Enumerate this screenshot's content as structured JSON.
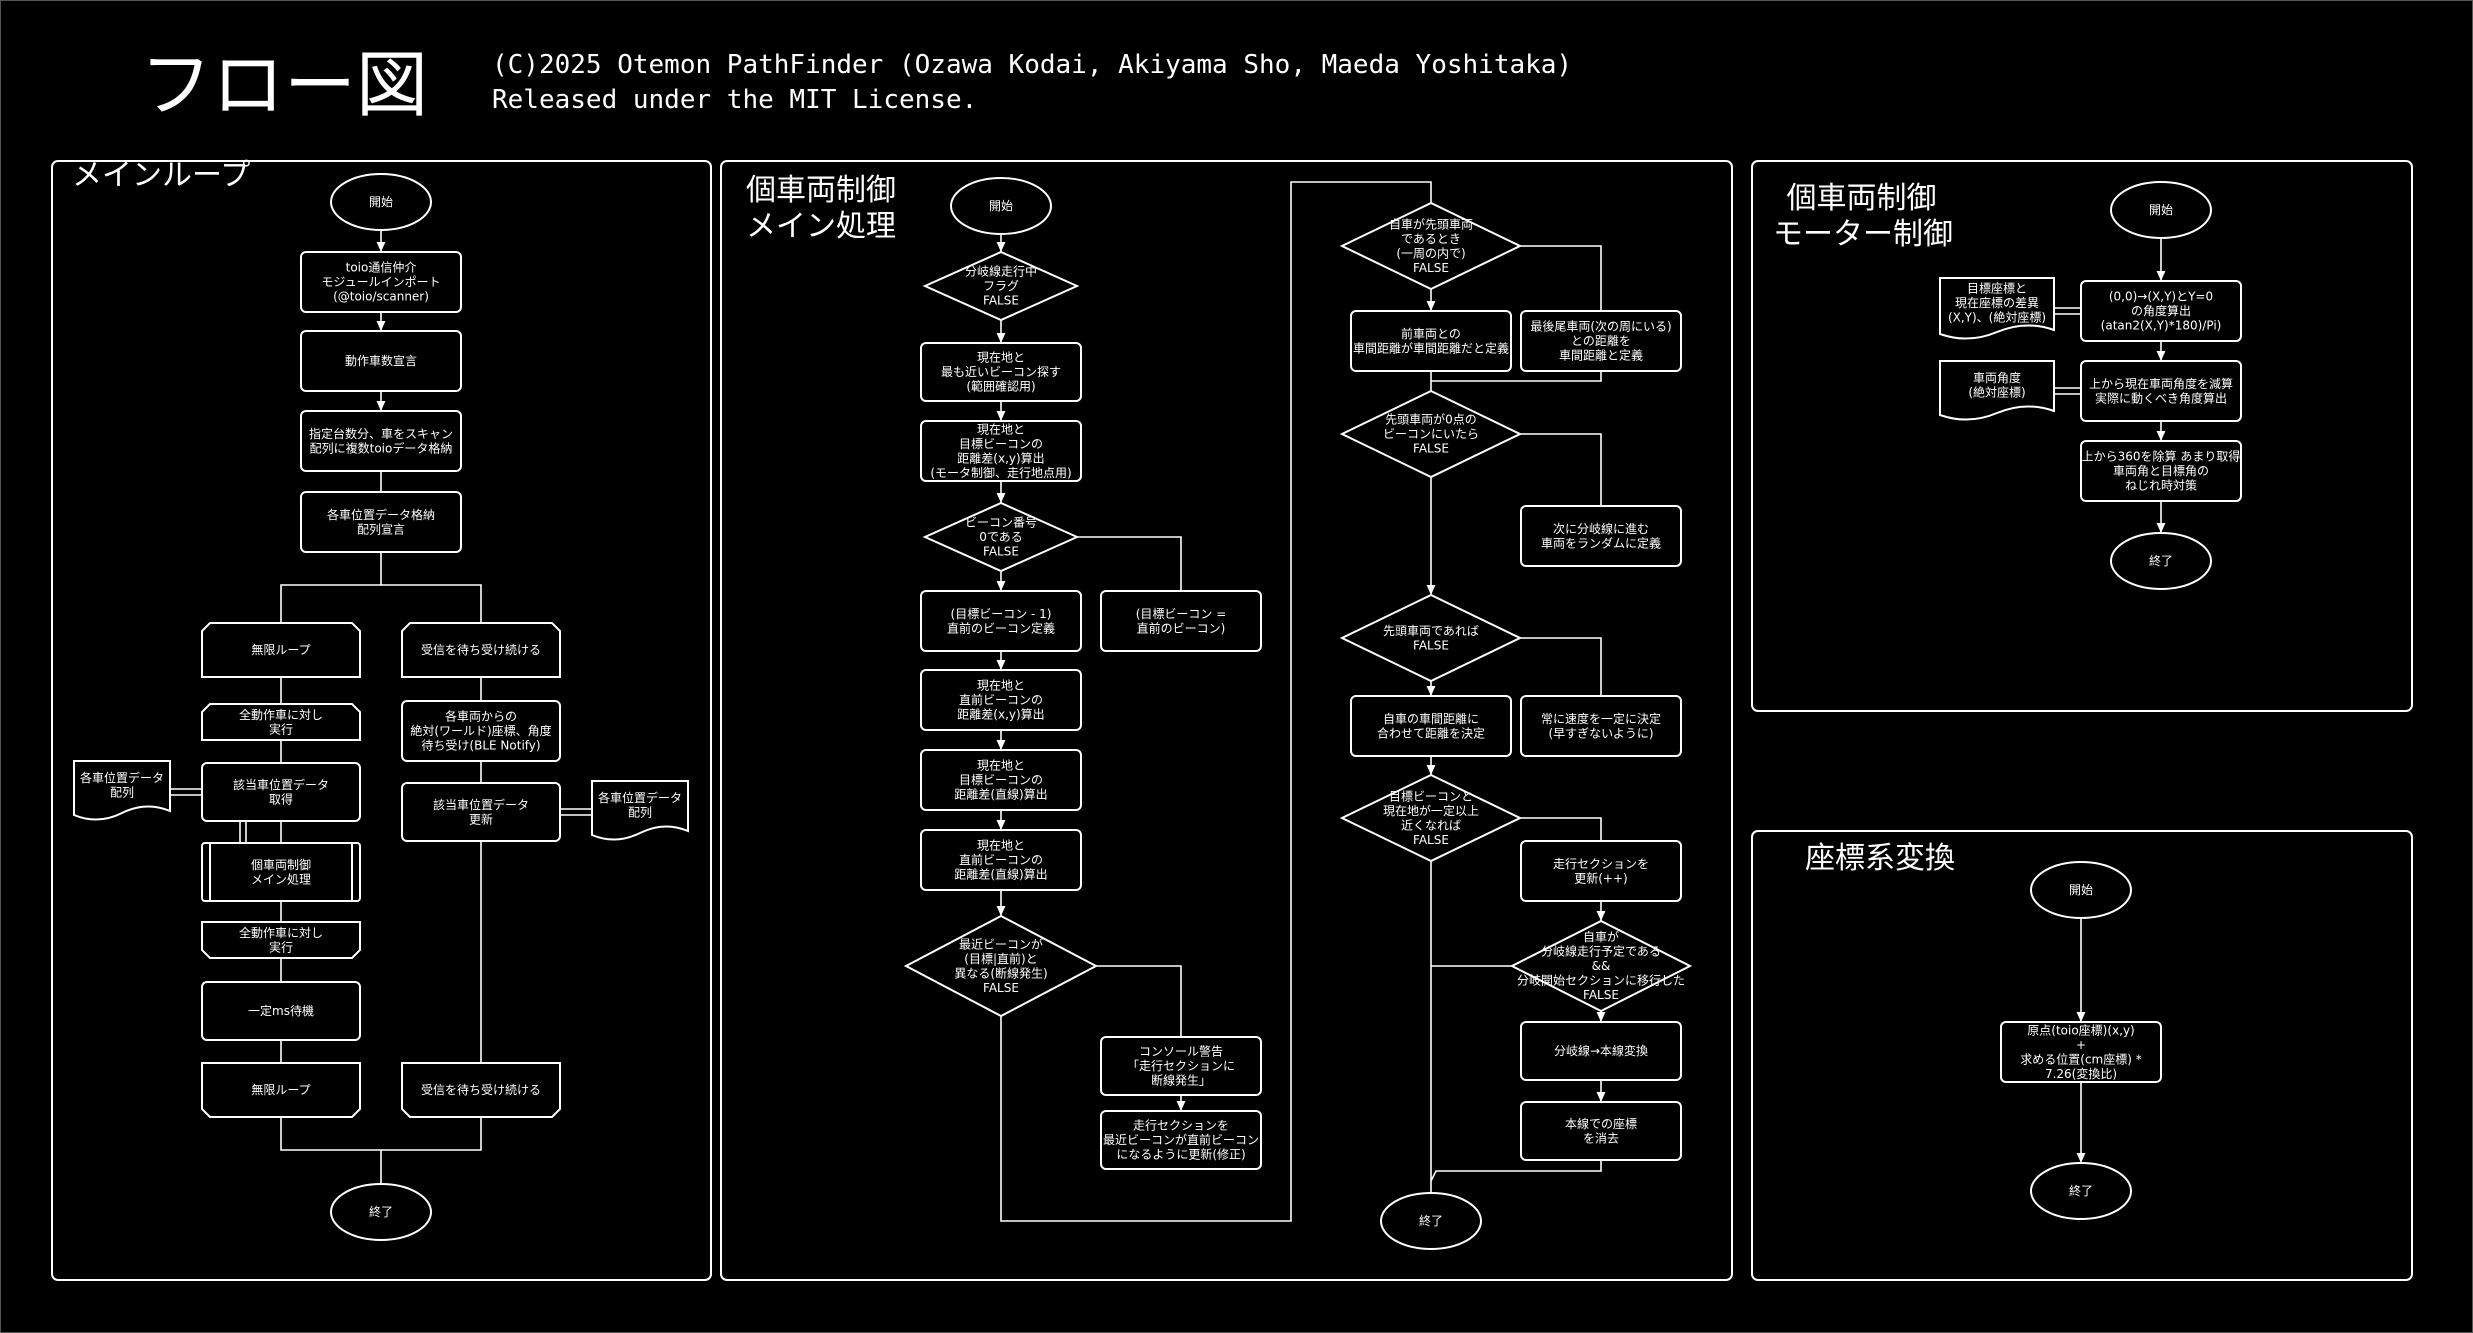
{
  "header": {
    "title": "フロー図",
    "copyright": "(C)2025 Otemon PathFinder (Ozawa Kodai, Akiyama Sho, Maeda Yoshitaka)",
    "license": "Released under the MIT License."
  },
  "panels": {
    "main_loop": {
      "title": [
        "メインループ"
      ]
    },
    "vehicle_control": {
      "title": [
        "個車両制御",
        "メイン処理"
      ]
    },
    "motor_control": {
      "title": [
        "個車両制御",
        "モーター制御"
      ]
    },
    "coord_transform": {
      "title": [
        "座標系変換"
      ]
    }
  },
  "nodes": {
    "ml_start": [
      "開始"
    ],
    "ml_import": [
      "toio通信仲介",
      "モジュールインポート",
      "(@toio/scanner)"
    ],
    "ml_count": [
      "動作車数宣言"
    ],
    "ml_scan": [
      "指定台数分、車をスキャン",
      "配列に複数toioデータ格納"
    ],
    "ml_posarr": [
      "各車位置データ格納",
      "配列宣言"
    ],
    "ml_loop1": [
      "無限ループ"
    ],
    "ml_recv1": [
      "受信を待ち受け続ける"
    ],
    "ml_each1": [
      "全動作車に対し",
      "実行"
    ],
    "ml_getpos": [
      "該当車位置データ",
      "取得"
    ],
    "ml_arr_left": [
      "各車位置データ",
      "配列"
    ],
    "ml_vmain": [
      "個車両制御",
      "メイン処理"
    ],
    "ml_each2": [
      "全動作車に対し",
      "実行"
    ],
    "ml_wait": [
      "一定ms待機"
    ],
    "ml_loop2": [
      "無限ループ"
    ],
    "ml_recvabs": [
      "各車両からの",
      "絶対(ワールド)座標、角度",
      "待ち受け(BLE Notify)"
    ],
    "ml_update": [
      "該当車位置データ",
      "更新"
    ],
    "ml_arr_right": [
      "各車位置データ",
      "配列"
    ],
    "ml_recv2": [
      "受信を待ち受け続ける"
    ],
    "ml_end": [
      "終了"
    ],
    "vc_start": [
      "開始"
    ],
    "vc_branchflag": [
      "分岐線走行中",
      "フラグ",
      "FALSE"
    ],
    "vc_nearest": [
      "現在地と",
      "最も近いビーコン探す",
      "(範囲確認用)"
    ],
    "vc_dist1": [
      "現在地と",
      "目標ビーコンの",
      "距離差(x,y)算出",
      "(モータ制御、走行地点用)"
    ],
    "vc_beacon0": [
      "ビーコン番号",
      "0である",
      "FALSE"
    ],
    "vc_prevdef": [
      "(目標ビーコン - 1)",
      "直前のビーコン定義"
    ],
    "vc_prevdef2": [
      "(目標ビーコン =",
      "直前のビーコン)"
    ],
    "vc_dist2": [
      "現在地と",
      "直前ビーコンの",
      "距離差(x,y)算出"
    ],
    "vc_dist3": [
      "現在地と",
      "目標ビーコンの",
      "距離差(直線)算出"
    ],
    "vc_dist4": [
      "現在地と",
      "直前ビーコンの",
      "距離差(直線)算出"
    ],
    "vc_diff": [
      "最近ビーコンが",
      "(目標|直前)と",
      "異なる(断線発生)",
      "FALSE"
    ],
    "vc_warn": [
      "コンソール警告",
      "「走行セクションに",
      "断線発生」"
    ],
    "vc_fix": [
      "走行セクションを",
      "最近ビーコンが直前ビーコン",
      "になるように更新(修正)"
    ],
    "vc_islead": [
      "自車が先頭車両",
      "であるとき",
      "(一周の内で)",
      "FALSE"
    ],
    "vc_front": [
      "前車両との",
      "車間距離が車間距離だと定義"
    ],
    "vc_last": [
      "最後尾車両(次の周にいる)",
      "との距離を",
      "車間距離と定義"
    ],
    "vc_leadat0": [
      "先頭車両が0点の",
      "ビーコンにいたら",
      "FALSE"
    ],
    "vc_random": [
      "次に分岐線に進む",
      "車両をランダムに定義"
    ],
    "vc_ifleader": [
      "先頭車両であれば",
      "FALSE"
    ],
    "vc_speedadj": [
      "自車の車間距離に",
      "合わせて距離を決定"
    ],
    "vc_speedconst": [
      "常に速度を一定に決定",
      "(早すぎないように)"
    ],
    "vc_close": [
      "目標ビーコンと",
      "現在地が一定以上",
      "近くなれば",
      "FALSE"
    ],
    "vc_section": [
      "走行セクションを",
      "更新(++)"
    ],
    "vc_branchsched": [
      "自車が",
      "分岐線走行予定である",
      "&&",
      "分岐開始セクションに移行した",
      "FALSE"
    ],
    "vc_switch": [
      "分岐線→本線変換"
    ],
    "vc_clear": [
      "本線での座標",
      "を消去"
    ],
    "vc_end": [
      "終了"
    ],
    "mc_start": [
      "開始"
    ],
    "mc_target": [
      "目標座標と",
      "現在座標の差異",
      "(X,Y)、(絶対座標)"
    ],
    "mc_angle": [
      "(0,0)→(X,Y)とY=0",
      "の角度算出",
      "(atan2(X,Y)*180)/Pi)"
    ],
    "mc_vangle": [
      "車両角度",
      "(絶対座標)"
    ],
    "mc_sub": [
      "上から現在車両角度を減算",
      "実際に動くべき角度算出"
    ],
    "mc_mod": [
      "上から360を除算 あまり取得",
      "車両角と目標角の",
      "ねじれ時対策"
    ],
    "mc_end": [
      "終了"
    ],
    "ct_start": [
      "開始"
    ],
    "ct_calc": [
      "原点(toio座標)(x,y)",
      "+",
      "求める位置(cm座標) *",
      "7.26(変換比)"
    ],
    "ct_end": [
      "終了"
    ]
  }
}
